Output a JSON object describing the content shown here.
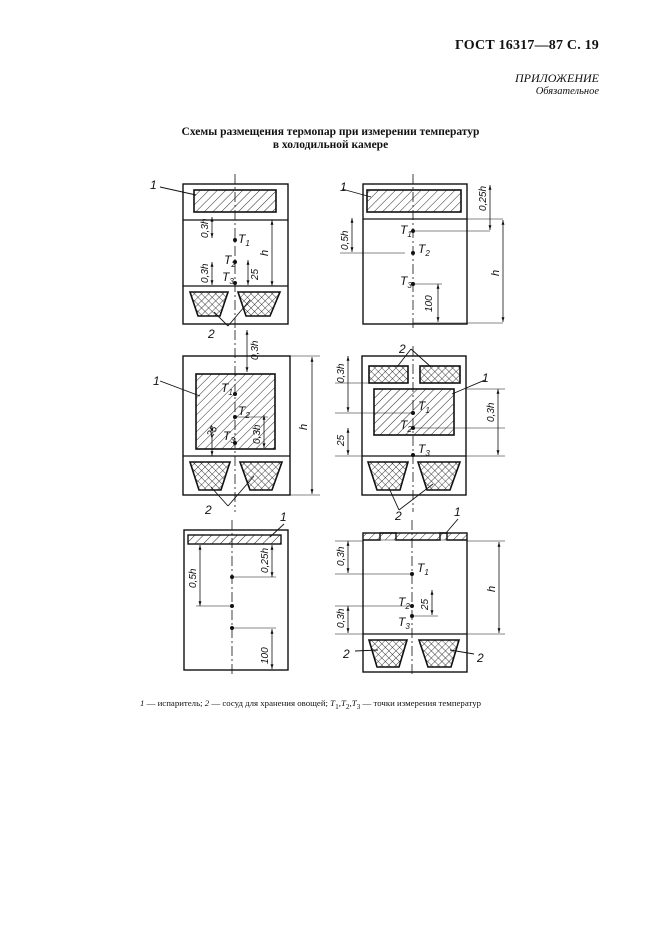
{
  "header": {
    "title": "ГОСТ 16317—87 С. 19"
  },
  "appendix": {
    "label": "ПРИЛОЖЕНИЕ",
    "status": "Обязательное"
  },
  "figure": {
    "title_line1": "Схемы размещения термопар при измерении температур",
    "title_line2": "в холодильной камере",
    "labels": {
      "one": "1",
      "two": "2",
      "t1": "T",
      "t1_sub": "1",
      "t2": "T",
      "t2_sub": "2",
      "t3": "T",
      "t3_sub": "3",
      "h": "h",
      "d03h": "0,3h",
      "d05h": "0,5h",
      "d025h": "0,25h",
      "d25": "25",
      "d100": "100"
    }
  },
  "caption": {
    "n1": "1",
    "t1": " — испаритель; ",
    "n2": "2",
    "t2": " — сосуд для хранения овощей; ",
    "tp": "T",
    "s1": "1",
    "c1": ",",
    "s2": "2",
    "c2": ",",
    "s3": "3",
    "t3": " — точки измерения температур"
  },
  "colors": {
    "ink": "#111111",
    "paper": "#ffffff"
  }
}
